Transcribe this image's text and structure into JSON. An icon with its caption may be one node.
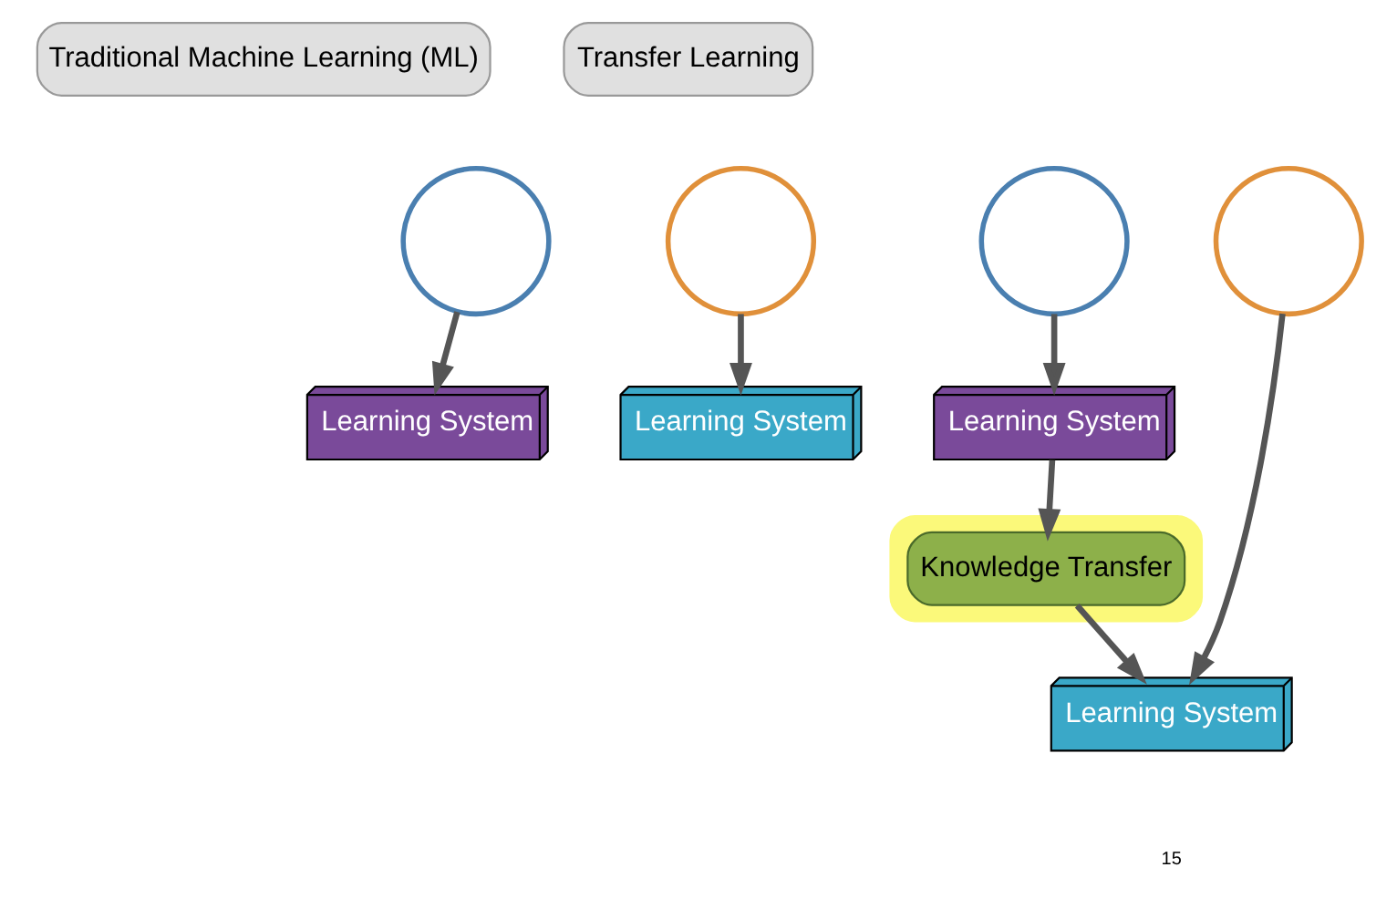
{
  "diagram": {
    "nodes": [
      {
        "text": [
          "Traditional Machine Learning (ML)"
        ]
      },
      {
        "text": [
          "Transfer Learning"
        ]
      },
      {
        "text": [],
        "shape": "circle"
      },
      {
        "text": [],
        "shape": "circle"
      },
      {
        "text": [
          "Learning System"
        ]
      },
      {
        "text": [
          "Learning System"
        ]
      },
      {
        "text": [],
        "shape": "circle"
      },
      {
        "text": [],
        "shape": "circle"
      },
      {
        "text": [
          "Learning System"
        ]
      },
      {
        "text": [],
        "shape": "box"
      },
      {
        "text": [
          "Knowledge Transfer"
        ],
        "in": 9
      },
      {
        "text": [
          "Learning System"
        ]
      }
    ],
    "edges": [
      {
        "from": 2,
        "to": 4,
        "arrow": "to"
      },
      {
        "from": 3,
        "to": 5,
        "arrow": "to"
      },
      {
        "from": 6,
        "to": 8,
        "arrow": "to"
      },
      {
        "from": 8,
        "to": 10,
        "arrow": "to"
      },
      {
        "from": 10,
        "to": 11,
        "arrow": "to"
      },
      {
        "from": 7,
        "to": 11,
        "arrow": "to"
      }
    ],
    "labels": [
      "15"
    ]
  }
}
